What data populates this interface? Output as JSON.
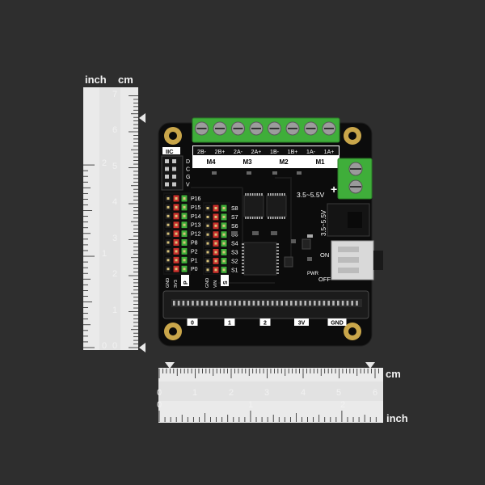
{
  "units": {
    "left_inch": "inch",
    "left_cm": "cm",
    "bottom_cm": "cm",
    "bottom_inch": "inch"
  },
  "left_ruler": {
    "inch_ticks": [
      "2",
      "1",
      "0"
    ],
    "cm_ticks": [
      "7",
      "6",
      "5",
      "4",
      "3",
      "2",
      "1",
      "0"
    ]
  },
  "bottom_ruler": {
    "cm_ticks": [
      "0",
      "1",
      "2",
      "3",
      "4",
      "5",
      "6"
    ],
    "inch_ticks": [
      "0",
      "1",
      "2"
    ]
  },
  "board": {
    "iic_label": "IIC",
    "iic_pins": [
      "D",
      "C",
      "G",
      "V"
    ],
    "motor_pins": [
      "2B-",
      "2B+",
      "2A-",
      "2A+",
      "1B-",
      "1B+",
      "1A-",
      "1A+"
    ],
    "motor_groups": [
      "M4",
      "M3",
      "M2",
      "M1"
    ],
    "voltage_top": "3.5~5.5V",
    "voltage_side": "3.5~5.5V",
    "plus": "+",
    "minus": "-",
    "p_pins": [
      "P16",
      "P15",
      "P14",
      "P13",
      "P12",
      "P8",
      "P2",
      "P1",
      "P0"
    ],
    "s_pins": [
      "S8",
      "S7",
      "S6",
      "S5",
      "S4",
      "S3",
      "S2",
      "S1"
    ],
    "p_footer": [
      "GND",
      "3V3",
      "P"
    ],
    "s_footer": [
      "GND",
      "VIN",
      "S"
    ],
    "switch_on": "ON",
    "switch_off": "OFF",
    "pwr": "PWR",
    "edge_labels": [
      "0",
      "1",
      "2",
      "3V",
      "GND"
    ]
  }
}
